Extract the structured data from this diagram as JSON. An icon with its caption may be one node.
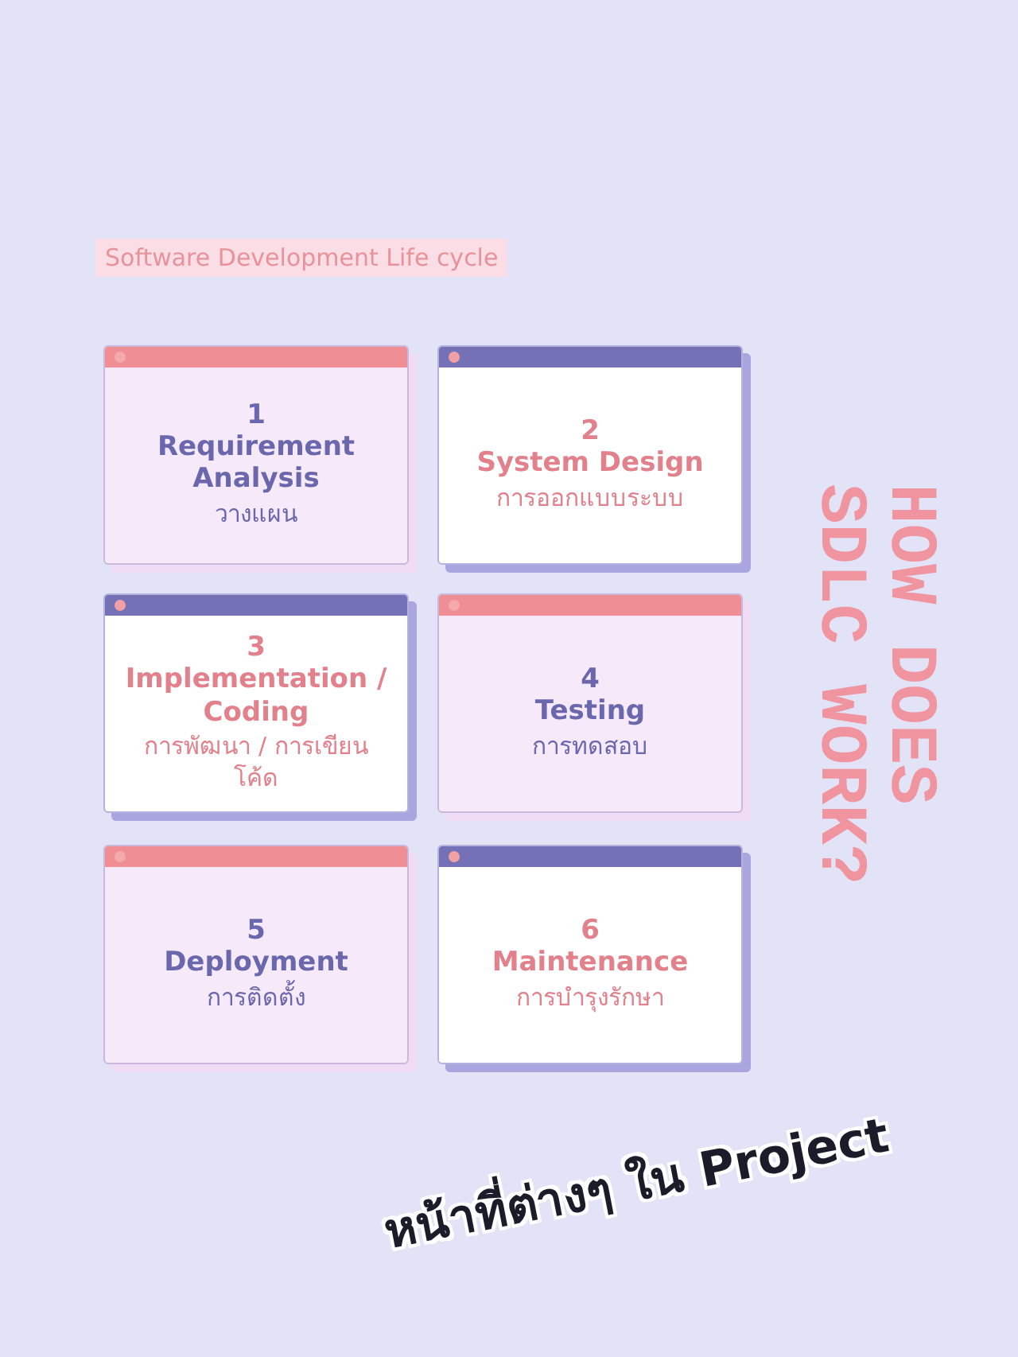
{
  "diagram": {
    "title": "Software Development Life cycle",
    "nodes": [
      {
        "text": [
          "1",
          "Requirement Analysis",
          "วางแผน"
        ]
      },
      {
        "text": [
          "2",
          "System Design",
          "การออกแบบระบบ"
        ]
      },
      {
        "text": [
          "3",
          "Implementation / Coding",
          "การพัฒนา / การเขียนโค้ด"
        ]
      },
      {
        "text": [
          "4",
          "Testing",
          "การทดสอบ"
        ]
      },
      {
        "text": [
          "5",
          "Deployment",
          "การติดตั้ง"
        ]
      },
      {
        "text": [
          "6",
          "Maintenance",
          "การบำรุงรักษา"
        ]
      }
    ],
    "edges": [],
    "labels": [
      "HOW DOES SDLC WORK?"
    ],
    "caption": "หน้าที่ต่างๆ ใน Project"
  }
}
